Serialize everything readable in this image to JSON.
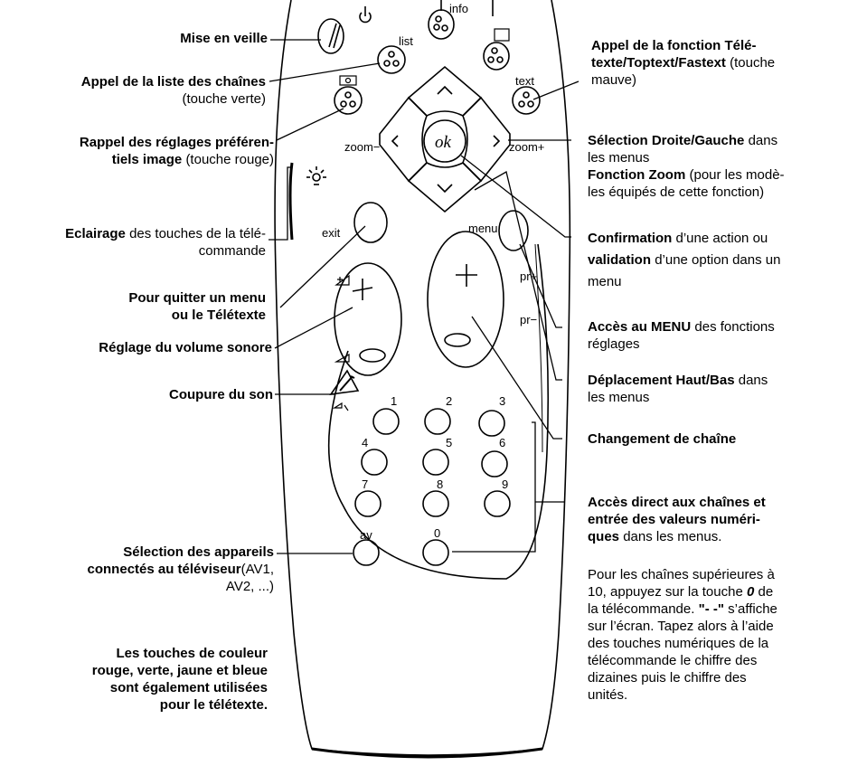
{
  "remote": {
    "keys": {
      "info": "info",
      "list": "list",
      "text": "text",
      "zoom_minus": "zoom−",
      "zoom_plus": "zoom+",
      "ok": "ok",
      "exit": "exit",
      "menu": "menu",
      "pr_plus": "pr+",
      "pr_minus": "pr−",
      "av": "av",
      "digits": [
        "1",
        "2",
        "3",
        "4",
        "5",
        "6",
        "7",
        "8",
        "9",
        "0"
      ]
    }
  },
  "labels": {
    "standby": {
      "bold": "Mise en veille",
      "normal": ""
    },
    "channel_list": {
      "bold": "Appel de la liste des chaînes",
      "normal": "(touche verte)"
    },
    "picture_prefs": {
      "bold1": "Rappel des réglages préféren-",
      "bold2": "tiels image",
      "normal": "(touche rouge)"
    },
    "lighting": {
      "bold": "Eclairage",
      "normal1": "des touches de la télé-",
      "normal2": "commande"
    },
    "quit_menu": {
      "line1": "Pour quitter un menu",
      "line2": "ou le Télétexte"
    },
    "volume": {
      "bold": "Réglage du volume sonore"
    },
    "mute": {
      "bold": "Coupure du son"
    },
    "device_select": {
      "bold1": "Sélection des appareils",
      "bold2": "connectés au téléviseur",
      "normal1": "(AV1,",
      "normal2": "AV2, ...)"
    },
    "color_keys": {
      "line1": "Les touches de couleur",
      "line2": "rouge, verte, jaune et bleue",
      "line3": "sont également utilisées",
      "line4": "pour le télétexte."
    },
    "teletext": {
      "bold1": "Appel de la fonction Télé-",
      "bold2": "texte/Toptext/Fastext",
      "normal1": "(touche",
      "normal2": "mauve)"
    },
    "left_right": {
      "bold": "Sélection Droite/Gauche",
      "normal1": "dans",
      "normal2": "les menus",
      "bold2": "Fonction Zoom",
      "normal3": "(pour les modè-",
      "normal4": "les équipés de cette fonction)"
    },
    "confirm": {
      "bold1": "Confirmation",
      "normal1": "d’une action ou",
      "bold2": "validation",
      "normal2": "d’une option dans un",
      "normal3": "menu"
    },
    "menu_access": {
      "bold": "Accès au MENU",
      "normal1": "des fonctions",
      "normal2": "réglages"
    },
    "up_down": {
      "bold": "Déplacement Haut/Bas",
      "normal1": "dans",
      "normal2": "les menus"
    },
    "channel_change": {
      "bold": "Changement de chaîne"
    },
    "direct_access": {
      "bold1": "Accès direct aux chaînes et",
      "bold2": "entrée des valeurs numéri-",
      "bold3": "ques",
      "normal": "dans les menus."
    },
    "above_ten": {
      "line1": "Pour les chaînes supérieures à",
      "line2a": "10, appuyez sur la touche",
      "key": "0",
      "line2b": "de",
      "line3a": "la télécommande.",
      "dashes": "\"- -\"",
      "line3b": "s’affiche",
      "line4": "sur l’écran. Tapez alors à l’aide",
      "line5": "des touches numériques de la",
      "line6": "télécommande le chiffre des",
      "line7": "dizaines puis le chiffre des",
      "line8": "unités."
    }
  }
}
